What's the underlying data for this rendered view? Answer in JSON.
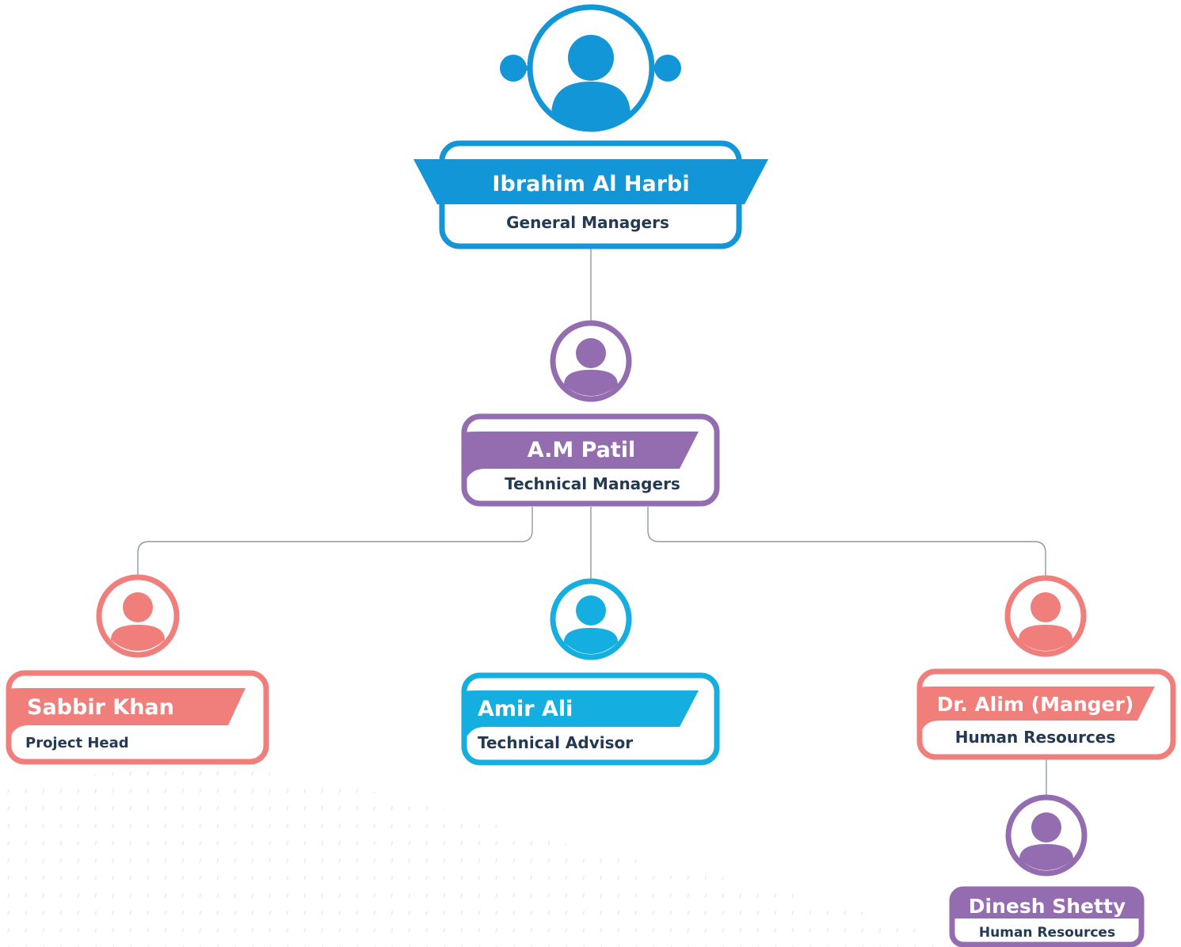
{
  "colors": {
    "blue": "#1296d8",
    "purple": "#946cb0",
    "coral": "#f07f7c",
    "cyan": "#14aee0",
    "text_dark": "#243a54",
    "connector": "#8d99a8"
  },
  "icons": {
    "person": "person-silhouette-icon"
  },
  "nodes": {
    "general_manager": {
      "name": "Ibrahim Al Harbi",
      "role": "General Managers",
      "color": "blue"
    },
    "technical_manager": {
      "name": "A.M Patil",
      "role": "Technical Managers",
      "color": "purple"
    },
    "project_head": {
      "name": "Sabbir Khan",
      "role": "Project Head",
      "color": "coral"
    },
    "technical_advisor": {
      "name": "Amir Ali",
      "role": "Technical Advisor",
      "color": "cyan"
    },
    "hr_manager": {
      "name": "Dr. Alim (Manger)",
      "role": "Human Resources",
      "color": "coral"
    },
    "hr_staff": {
      "name": "Dinesh Shetty",
      "role": "Human Resources",
      "color": "purple"
    }
  },
  "hierarchy": [
    {
      "parent": "general_manager",
      "child": "technical_manager"
    },
    {
      "parent": "technical_manager",
      "child": "project_head"
    },
    {
      "parent": "technical_manager",
      "child": "technical_advisor"
    },
    {
      "parent": "technical_manager",
      "child": "hr_manager"
    },
    {
      "parent": "hr_manager",
      "child": "hr_staff"
    }
  ]
}
